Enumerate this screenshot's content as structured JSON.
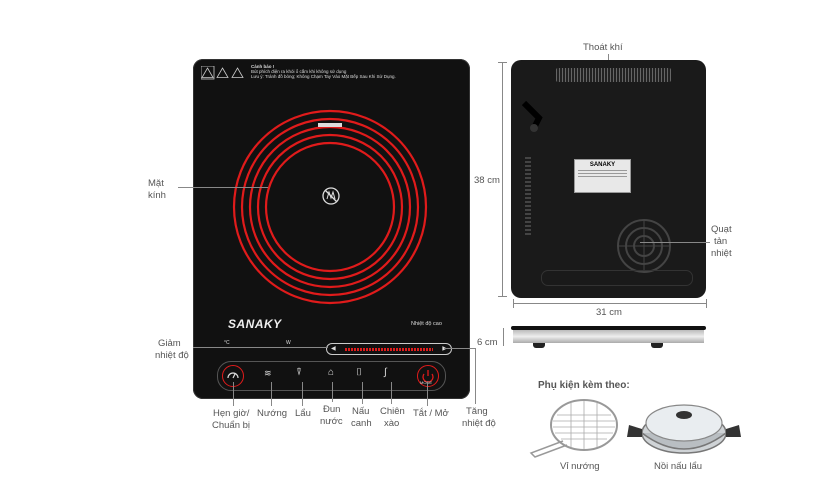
{
  "cooktop": {
    "brand": "SANAKY",
    "warning_title": "Cảnh báo !",
    "warning_line1": "Bút phích điện ra khỏi ổ cắm khi không sử dụng",
    "warning_line2": "Lưu ý: Tránh đồ bỏng; Không Chạm Tay Vào Mặt Bếp Sau Khi Sử Dụng.",
    "temp_label": "Nhiệt độ cao",
    "unit_c": "°C",
    "unit_w": "W",
    "mode_label": "MODE"
  },
  "labels": {
    "mat_kinh_1": "Mặt",
    "mat_kinh_2": "kính",
    "giam_nhiet_1": "Giảm",
    "giam_nhiet_2": "nhiệt độ",
    "hen_gio_1": "Hẹn giờ/",
    "hen_gio_2": "Chuẩn bị",
    "nuong": "Nướng",
    "lau": "Lẩu",
    "dun_nuoc_1": "Đun",
    "dun_nuoc_2": "nước",
    "nau_canh_1": "Nấu",
    "nau_canh_2": "canh",
    "chien_xao_1": "Chiên",
    "chien_xao_2": "xào",
    "tat_mo": "Tắt / Mở",
    "tang_nhiet_1": "Tăng",
    "tang_nhiet_2": "nhiệt độ",
    "thoat_khi": "Thoát khí",
    "quat_1": "Quạt",
    "quat_2": "tản",
    "quat_3": "nhiệt",
    "height": "38 cm",
    "width": "31 cm",
    "depth": "6 cm"
  },
  "accessories": {
    "title": "Phụ kiện kèm theo:",
    "grill": "Vỉ nướng",
    "pot": "Nồi nấu lẩu"
  }
}
